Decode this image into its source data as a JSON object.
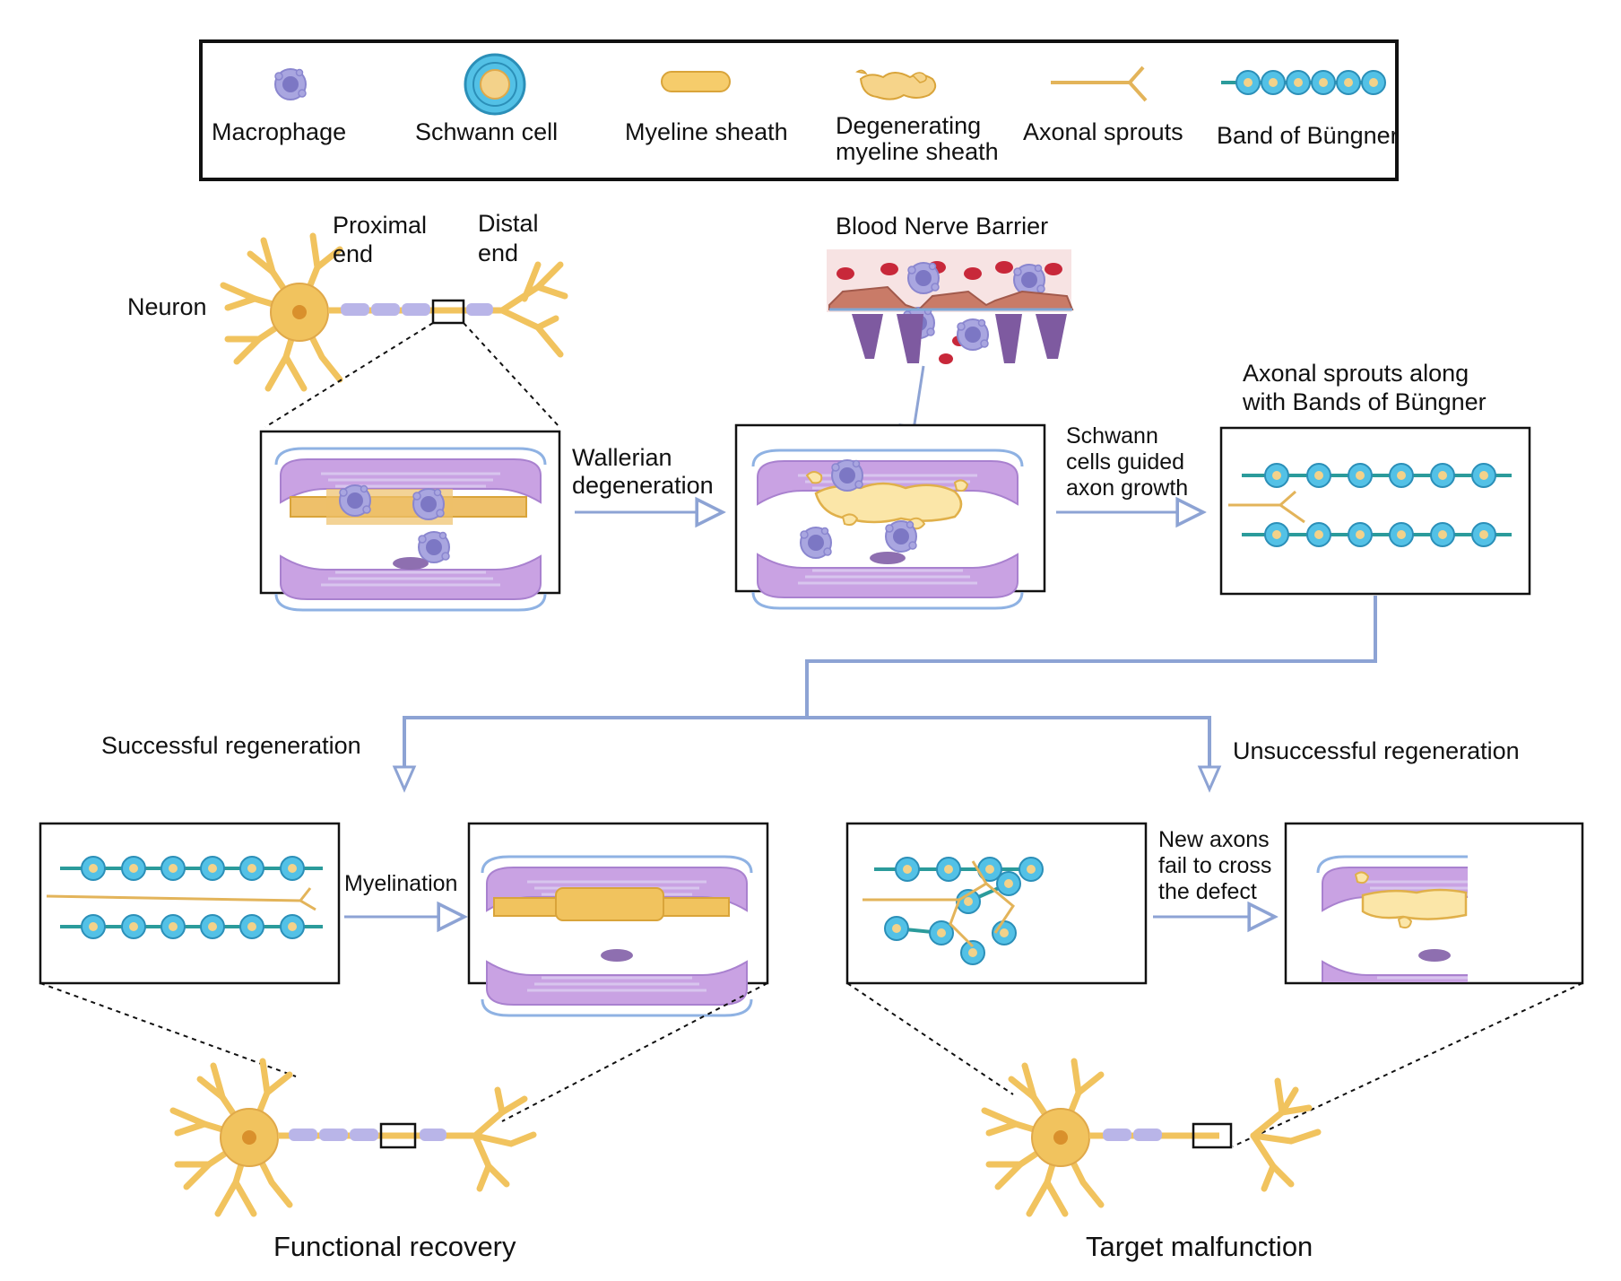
{
  "legend": {
    "macrophage": "Macrophage",
    "schwann_cell": "Schwann cell",
    "myeline_sheath": "Myeline sheath",
    "degenerating_line1": "Degenerating",
    "degenerating_line2": "myeline sheath",
    "axonal_sprouts": "Axonal sprouts",
    "band_of_bungner": "Band of Büngner"
  },
  "top": {
    "neuron": "Neuron",
    "proximal_line1": "Proximal",
    "proximal_line2": "end",
    "distal_line1": "Distal",
    "distal_line2": "end",
    "blood_nerve_barrier": "Blood Nerve Barrier",
    "axonal_sprouts_title_line1": "Axonal sprouts along",
    "axonal_sprouts_title_line2": "with Bands of Büngner",
    "wallerian_line1": "Wallerian",
    "wallerian_line2": "degeneration",
    "schwann_guided_line1": "Schwann",
    "schwann_guided_line2": "cells guided",
    "schwann_guided_line3": "axon growth"
  },
  "bottom": {
    "successful": "Successful regeneration",
    "unsuccessful": "Unsuccessful regeneration",
    "myelination": "Myelination",
    "fail_line1": "New axons",
    "fail_line2": "fail to cross",
    "fail_line3": "the defect",
    "functional_recovery": "Functional recovery",
    "target_malfunction": "Target malfunction"
  },
  "colors": {
    "neuron": "#F1C35E",
    "neuron_dark": "#D9A43A",
    "myelin_purple": "#B78AD6",
    "myelin_light": "#D9C3EC",
    "membrane_blue": "#8FB2E3",
    "schwann_teal": "#2B9B9B",
    "schwann_cyan": "#53C1E6",
    "macrophage": "#9E9BD8",
    "arrow": "#8DA3D4",
    "blood_red": "#C8283A"
  }
}
